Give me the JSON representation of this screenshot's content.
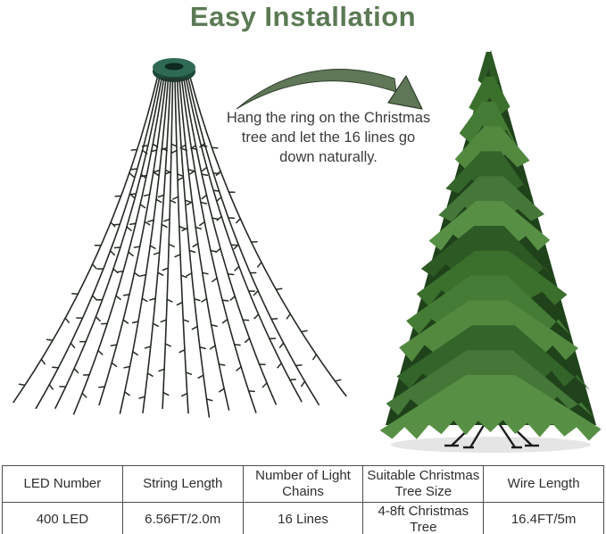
{
  "title": "Easy Installation",
  "instruction": {
    "lines": [
      "Hang the ring on the Christmas",
      "tree and let the 16 lines go",
      "down naturally."
    ]
  },
  "diagram": {
    "light_strings": {
      "lines_count": 16,
      "bulbs_per_line": 11,
      "string_color": "#232b22",
      "ring_color_top": "#2f6b54",
      "ring_color_side": "#1d4939",
      "ring_hole_color": "#0f2a20"
    },
    "arrow_color": "#5f7757",
    "arrow_edge_color": "#31402c",
    "tree": {
      "palette": [
        "#2d5a24",
        "#3a6f2c",
        "#457c35",
        "#52893f",
        "#33642a",
        "#447738",
        "#579044"
      ],
      "base_color": "#1f421a",
      "stand_color": "#1c1c1c",
      "shadow_color": "rgba(0,0,0,0.10)"
    }
  },
  "table": {
    "headers": [
      "LED Number",
      "String Length",
      "Number of Light Chains",
      "Suitable Christmas Tree Size",
      "Wire Length"
    ],
    "values": [
      "400 LED",
      "6.56FT/2.0m",
      "16 Lines",
      "4-8ft Christmas Tree",
      "16.4FT/5m"
    ]
  },
  "colors": {
    "title": "#5b7a54",
    "body_text": "#3b3b3b",
    "table_border": "#4d4d4d",
    "background": "#ffffff"
  }
}
